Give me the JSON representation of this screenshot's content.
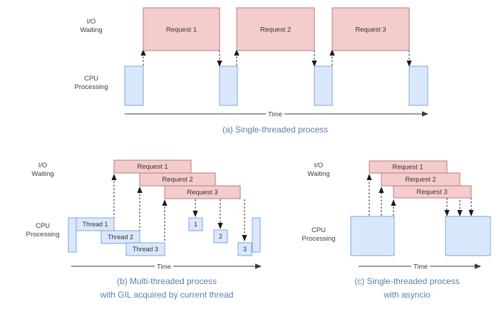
{
  "meta": {
    "figure_title": "Concurrency models comparison diagram",
    "background": "#ffffff"
  },
  "colors": {
    "io_fill": "#f5cccc",
    "io_stroke": "#b97a7a",
    "cpu_fill": "#dae8fc",
    "cpu_stroke": "#7ea6d9",
    "caption": "#5b7fae",
    "text": "#3b3b3b",
    "arrow": "#1a1a1a"
  },
  "labels": {
    "io_waiting_line1": "I/O",
    "io_waiting_line2": "Waiting",
    "cpu_line1": "CPU",
    "cpu_line2": "Processing",
    "time": "Time"
  },
  "panels": [
    {
      "id": "a",
      "caption_lines": [
        "(a) Single-threaded process"
      ],
      "io_boxes": [
        {
          "label": "Request 1"
        },
        {
          "label": "Request 2"
        },
        {
          "label": "Request 3"
        }
      ],
      "cpu_boxes": [
        {
          "label": ""
        },
        {
          "label": ""
        },
        {
          "label": ""
        },
        {
          "label": ""
        }
      ]
    },
    {
      "id": "b",
      "caption_lines": [
        "(b) Multi-threaded process",
        "with GIL acquired by current thread"
      ],
      "io_boxes": [
        {
          "label": "Request 1"
        },
        {
          "label": "Request 2"
        },
        {
          "label": "Request 3"
        }
      ],
      "thread_boxes": [
        {
          "label": "Thread 1"
        },
        {
          "label": "Thread 2"
        },
        {
          "label": "Thread 3"
        }
      ],
      "result_boxes": [
        {
          "label": "1"
        },
        {
          "label": "2"
        },
        {
          "label": "3"
        }
      ]
    },
    {
      "id": "c",
      "caption_lines": [
        "(c) Single-threaded process",
        "with asyncio"
      ],
      "io_boxes": [
        {
          "label": "Request 1"
        },
        {
          "label": "Request 2"
        },
        {
          "label": "Request 3"
        }
      ],
      "cpu_boxes": [
        {
          "label": ""
        },
        {
          "label": ""
        }
      ]
    }
  ]
}
